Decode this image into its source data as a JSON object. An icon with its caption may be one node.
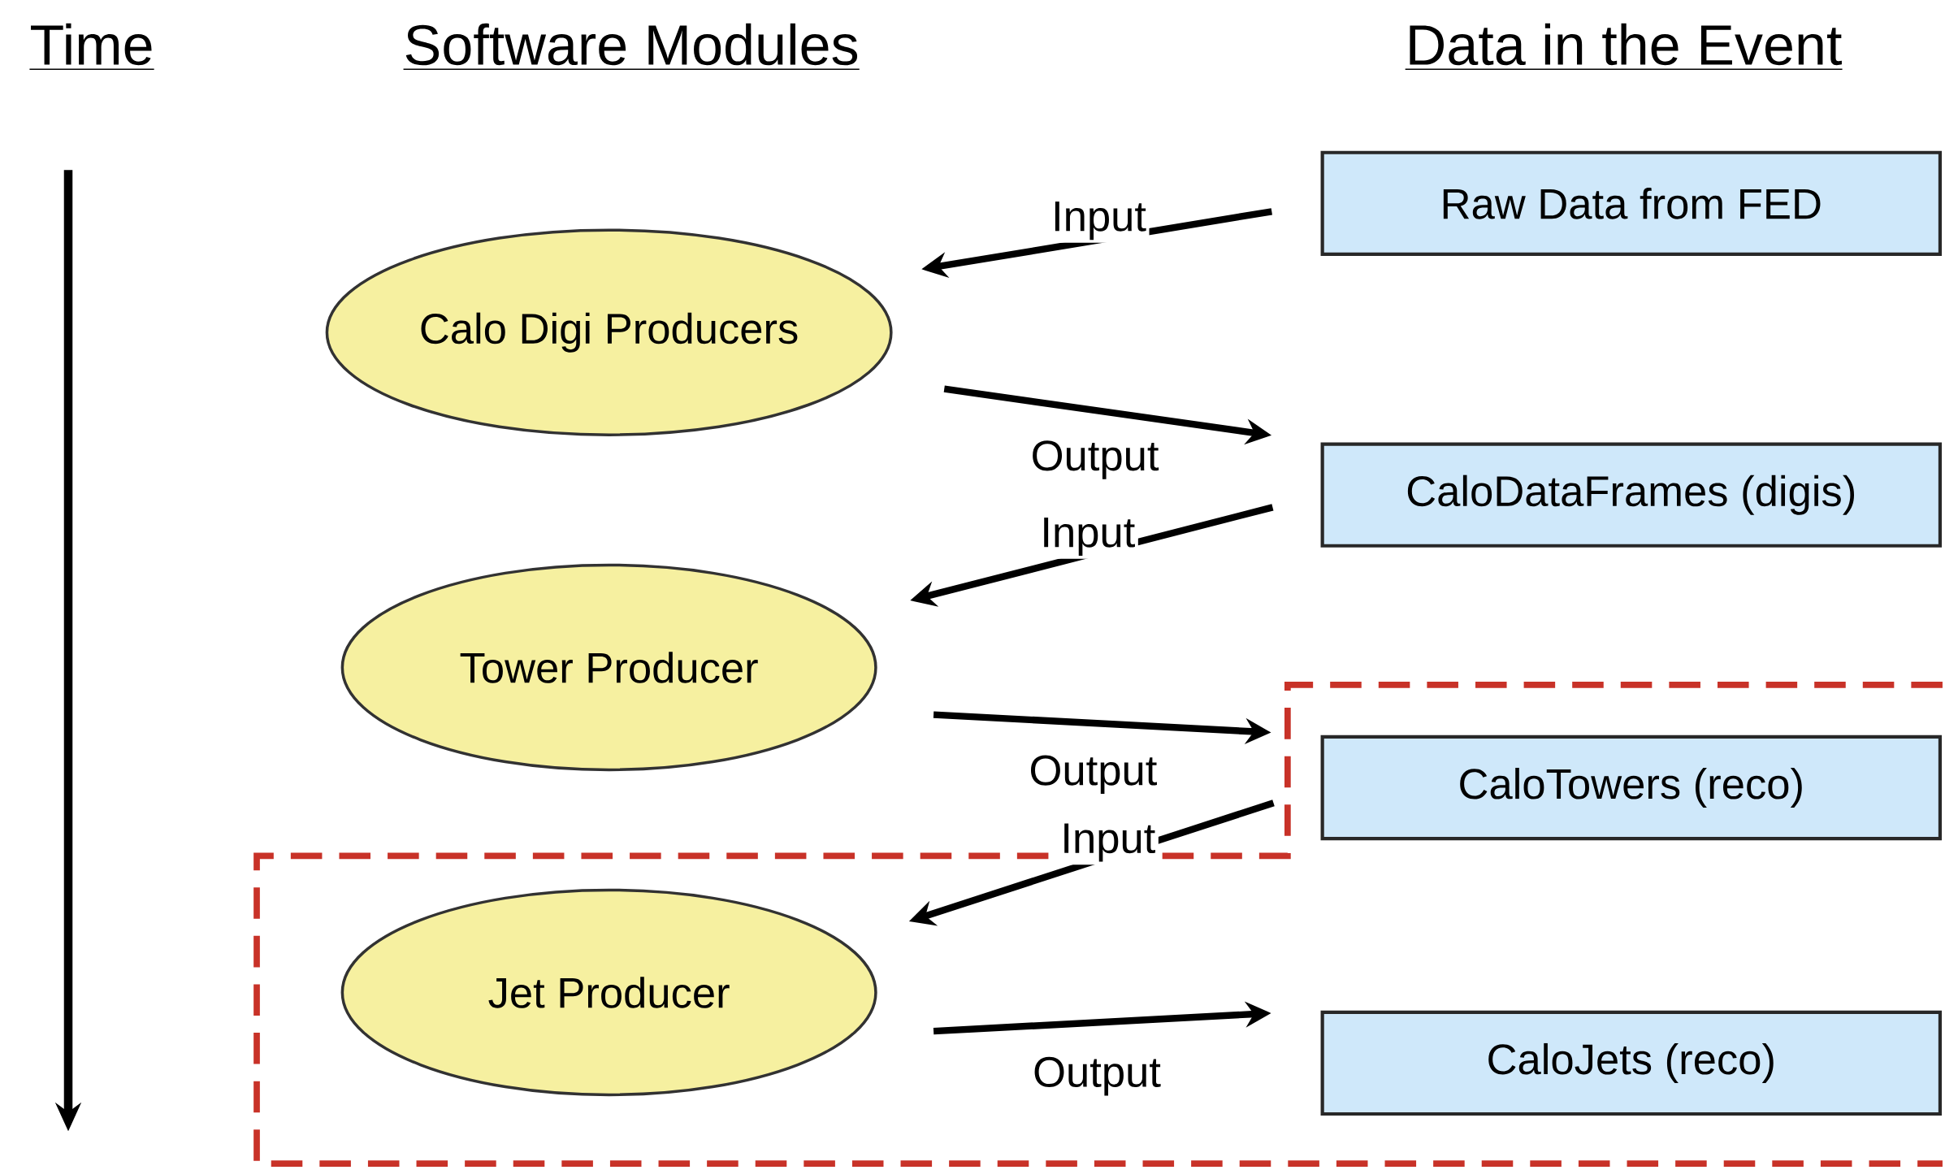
{
  "diagram": {
    "nodes": [
      {
        "text": [
          "Raw Data from FED"
        ]
      },
      {
        "text": [
          "Calo Digi Producers"
        ]
      },
      {
        "text": [
          "CaloDataFrames (digis)"
        ]
      },
      {
        "text": [
          "Tower Producer"
        ]
      },
      {
        "text": [
          "CaloTowers (reco)"
        ]
      },
      {
        "text": [
          "Jet Producer"
        ]
      },
      {
        "text": [
          "CaloJets (reco)"
        ]
      }
    ],
    "edges": [
      {
        "from": 0,
        "to": 1,
        "arrow": "to",
        "label": "Input"
      },
      {
        "from": 1,
        "to": 2,
        "arrow": "to",
        "label": "Output"
      },
      {
        "from": 2,
        "to": 3,
        "arrow": "to",
        "label": "Input"
      },
      {
        "from": 3,
        "to": 4,
        "arrow": "to",
        "label": "Output"
      },
      {
        "from": 4,
        "to": 5,
        "arrow": "to",
        "label": "Input"
      },
      {
        "from": 5,
        "to": 6,
        "arrow": "to",
        "label": "Output"
      }
    ],
    "labels": [
      "Time",
      "Software Modules",
      "Data in the Event"
    ]
  }
}
